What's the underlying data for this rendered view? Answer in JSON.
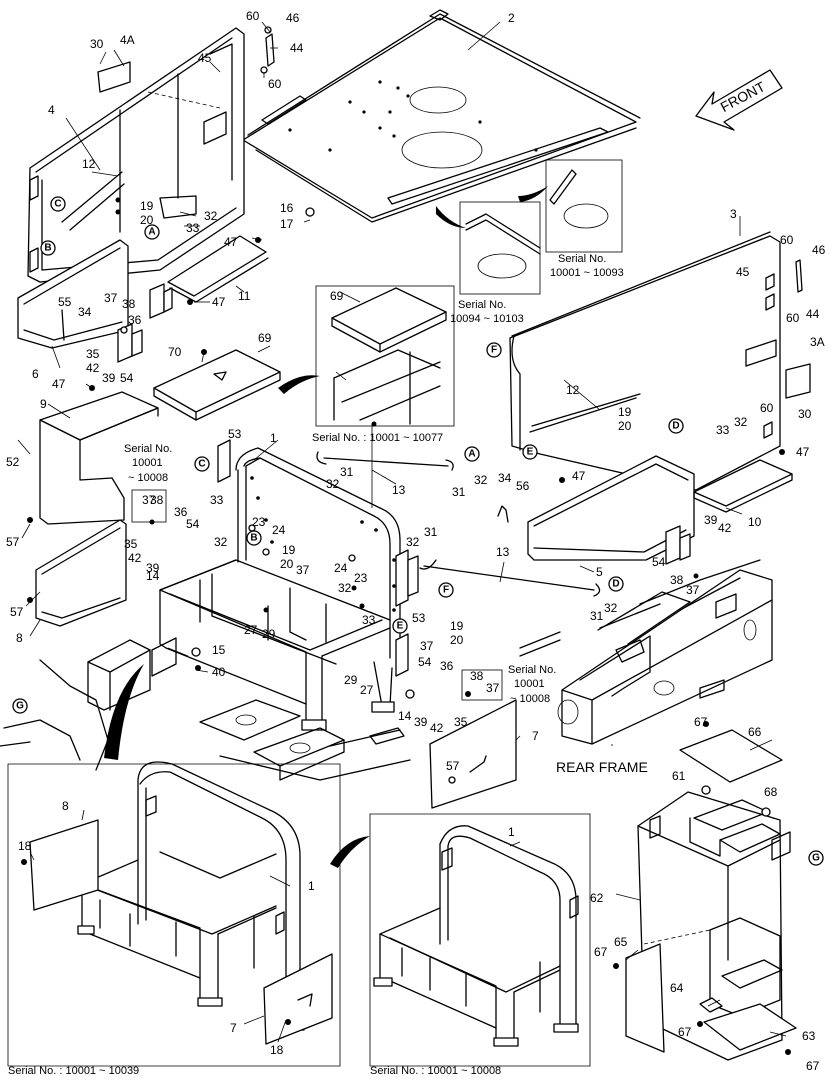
{
  "front_arrow": {
    "label": "FRONT"
  },
  "rear_frame_label": "REAR FRAME",
  "serial_labels": {
    "s_10001_10093": [
      "Serial No.",
      "10001 ~ 10093"
    ],
    "s_10094_10103": [
      "Serial No.",
      "10094 ~ 10103"
    ],
    "s_10001_10077": "Serial No. : 10001 ~ 10077",
    "s_10001_10008_left": [
      "Serial No.",
      "10001",
      "~ 10008"
    ],
    "s_10001_10008_right": [
      "Serial No.",
      "10001",
      "~ 10008"
    ],
    "s_bottom_left": "Serial No. : 10001 ~ 10039",
    "s_bottom_mid": "Serial No. : 10001 ~ 10008"
  },
  "circle_refs": [
    "A",
    "B",
    "C",
    "D",
    "E",
    "F",
    "G"
  ],
  "part_numbers": [
    "1",
    "2",
    "3",
    "3A",
    "4",
    "4A",
    "5",
    "6",
    "7",
    "8",
    "9",
    "10",
    "11",
    "12",
    "13",
    "14",
    "15",
    "16",
    "17",
    "18",
    "19",
    "20",
    "23",
    "24",
    "27",
    "29",
    "30",
    "31",
    "32",
    "33",
    "34",
    "35",
    "36",
    "37",
    "38",
    "39",
    "40",
    "42",
    "44",
    "45",
    "46",
    "47",
    "52",
    "53",
    "54",
    "55",
    "56",
    "57",
    "60",
    "61",
    "62",
    "63",
    "64",
    "65",
    "66",
    "67",
    "68",
    "69",
    "70"
  ]
}
